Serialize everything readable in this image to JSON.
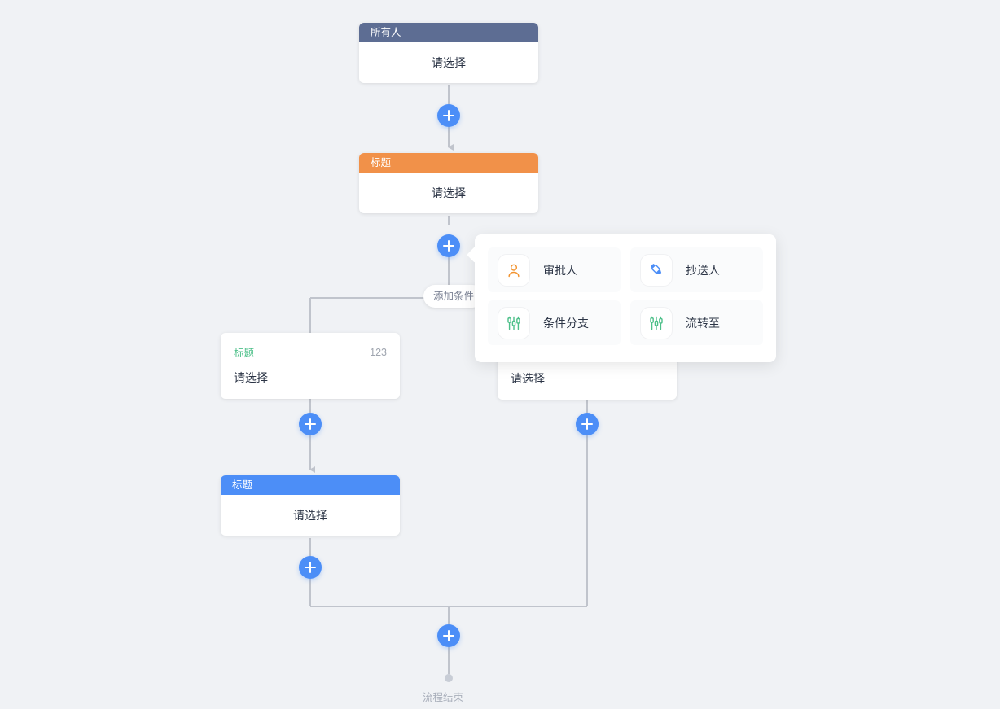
{
  "canvas": {
    "background": "#f0f2f5",
    "line_color": "#c0c4cc"
  },
  "flow": {
    "nodes": [
      {
        "id": "start-node",
        "header_label": "所有人",
        "header_color": "#5d6d93",
        "body_label": "请选择"
      },
      {
        "id": "approver-node",
        "header_label": "标题",
        "header_color": "#f19149",
        "body_label": "请选择"
      },
      {
        "id": "condition-left-node",
        "title_label": "标题",
        "title_color": "#4ec08a",
        "number_label": "123",
        "body_label": "请选择"
      },
      {
        "id": "condition-right-node",
        "body_label": "请选择"
      },
      {
        "id": "cc-node",
        "header_label": "标题",
        "header_color": "#4c8ef7",
        "body_label": "请选择"
      }
    ],
    "add_condition_label": "添加条件",
    "end_label": "流程结束",
    "plus_color": "#4c8ef7"
  },
  "popup": {
    "items": [
      {
        "icon": "person-icon",
        "label": "审批人",
        "icon_color": "#f2932f"
      },
      {
        "icon": "pen-icon",
        "label": "抄送人",
        "icon_color": "#4c8ef7"
      },
      {
        "icon": "sliders-icon",
        "label": "条件分支",
        "icon_color": "#4ec08a"
      },
      {
        "icon": "sliders-icon",
        "label": "流转至",
        "icon_color": "#4ec08a"
      }
    ]
  }
}
